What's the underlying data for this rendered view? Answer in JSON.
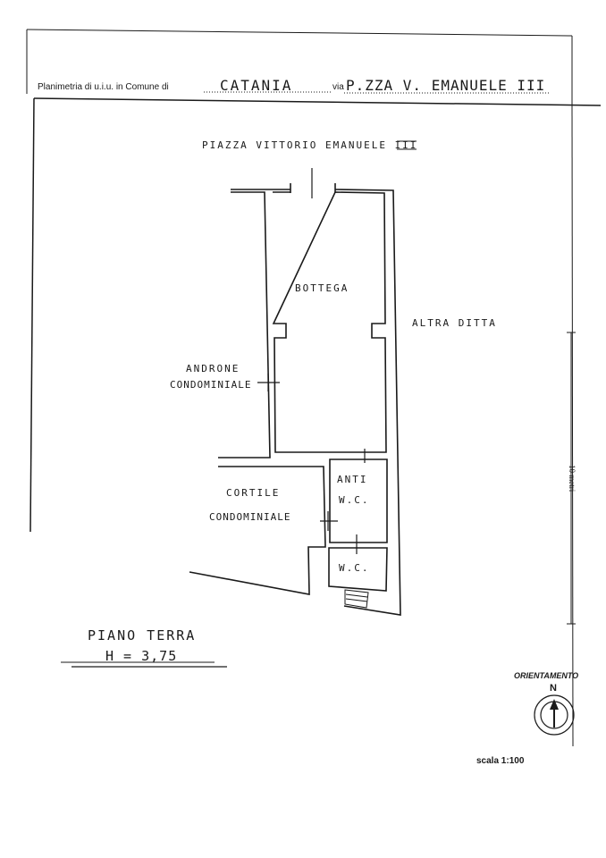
{
  "header": {
    "prefix": "Planimetria di u.i.u. in Comune di",
    "comune": "CATANIA",
    "via_label": "via",
    "via_value": "P.ZZA V. EMANUELE III"
  },
  "plan": {
    "street": "PIAZZA VITTORIO EMANUELE III",
    "rooms": {
      "bottega": "BOTTEGA",
      "altra_ditta": "ALTRA DITTA",
      "androne_1": "ANDRONE",
      "androne_2": "CONDOMINIALE",
      "cortile_1": "CORTILE",
      "cortile_2": "CONDOMINIALE",
      "antiwc_1": "ANTI",
      "antiwc_2": "W.C.",
      "wc": "W.C."
    }
  },
  "footer": {
    "floor": "PIANO TERRA",
    "height": "H = 3,75",
    "orientation": "ORIENTAMENTO",
    "north": "N",
    "scale_bar_label": "10 metri",
    "scale": "scala 1:100"
  }
}
